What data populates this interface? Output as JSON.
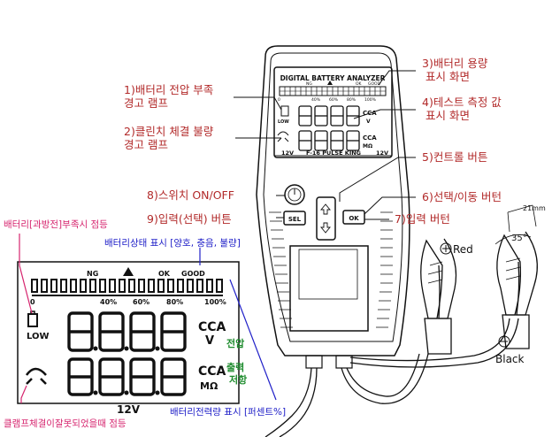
{
  "device": {
    "title": "DIGITAL BATTERY ANALYZER",
    "model": "F-16 PULSE KING",
    "voltage_left": "12V",
    "voltage_right": "12V",
    "bar_marks": [
      "NG",
      "OK",
      "GOOD"
    ],
    "percent_marks": [
      "0",
      "40%",
      "60%",
      "80%",
      "100%"
    ],
    "digits": "8.8.8.8",
    "low": "LOW",
    "cca": "CCA",
    "volt_unit": "V",
    "ohm_unit": "MΩ",
    "sel_button": "SEL",
    "ok_button": "OK",
    "colors": {
      "line": "#111111",
      "red_label": "#b22a2a",
      "blue_label": "#2020c8",
      "pink_label": "#d6246e",
      "green_label": "#1e8c2e"
    }
  },
  "callouts": {
    "c1": {
      "num": "1)",
      "line1": "배터리 전압 부족",
      "line2": "경고 램프"
    },
    "c2": {
      "num": "2)",
      "line1": "클린치 체결 불량",
      "line2": "경고 램프"
    },
    "c3": {
      "num": "3)",
      "line1": "배터리 용량",
      "line2": "표시 화면"
    },
    "c4": {
      "num": "4)",
      "line1": "테스트 측정 값",
      "line2": "표시 화면"
    },
    "c5": {
      "num": "5)",
      "line1": "컨트롤 버튼"
    },
    "c6": {
      "num": "6)",
      "line1": "선택/이동 버턴"
    },
    "c7": {
      "num": "7)",
      "line1": "입력 버턴"
    },
    "c8": {
      "num": "8)",
      "line1": "스위치 ON/OFF"
    },
    "c9": {
      "num": "9)",
      "line1": "입력(선택)  버튼"
    }
  },
  "annotations": {
    "low_lamp": "배터리[과방전]부족시 점등",
    "status": "배터리상태 표시 [양호, 충음, 불량]",
    "clamp": "클램프체결이잘못되었을때 점등",
    "percent": "배터리전력량 표시 [퍼센트%]",
    "voltage": "전압",
    "output": "출력",
    "resistance": "저항"
  },
  "clamps": {
    "red": "Red",
    "black": "Black",
    "width": "21mm",
    "angle": "35°"
  }
}
